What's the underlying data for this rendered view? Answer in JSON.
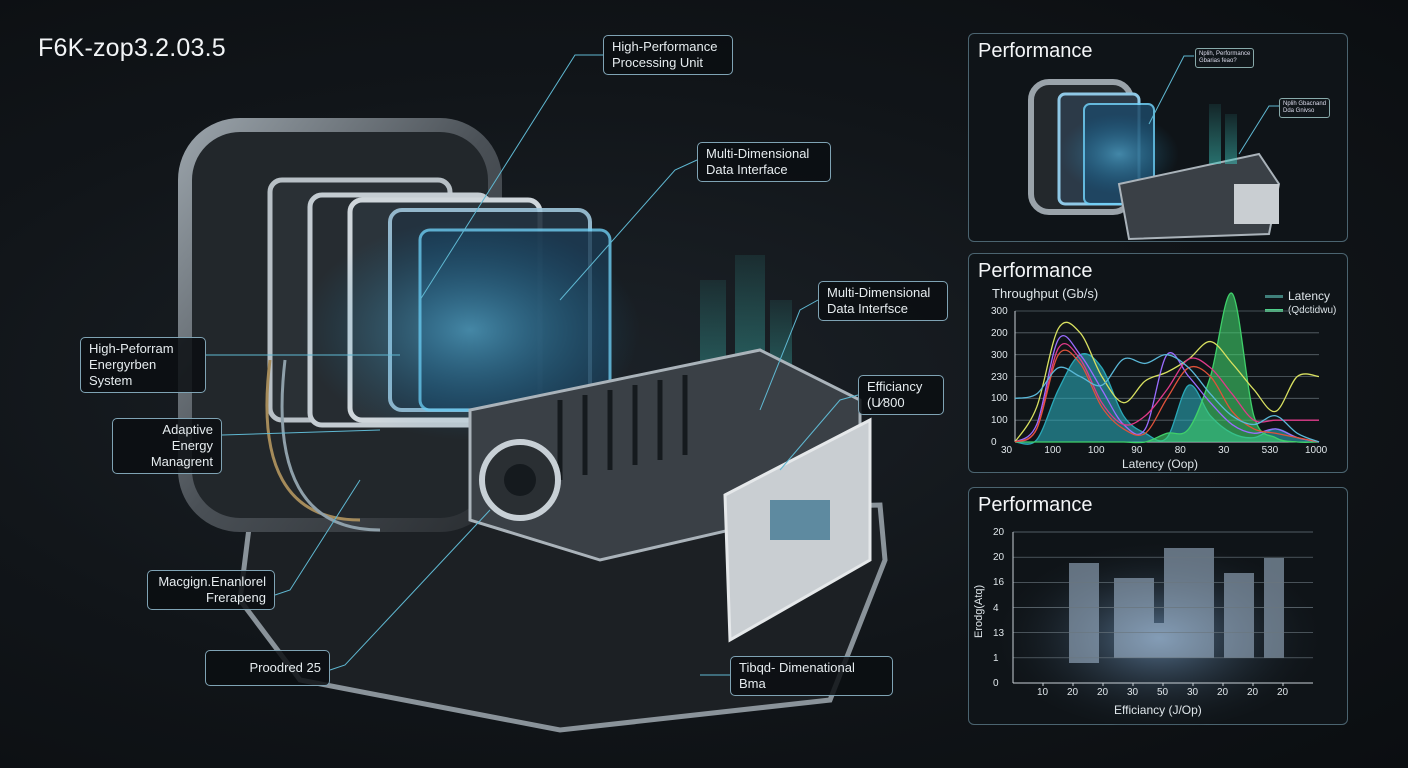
{
  "title": "F6K-zop3.2.03.5",
  "callouts": {
    "processing_unit": [
      "High-Performance",
      "Processing Unit"
    ],
    "data_interface_1": [
      "Multi-Dimensional",
      "Data Interface"
    ],
    "data_interface_2": [
      "Multi-Dimensional",
      "Data Interfsce"
    ],
    "efficiency": [
      "Efficiancy",
      "(U⁄800"
    ],
    "energy_system": [
      "High-Peforram",
      "Energyrben System"
    ],
    "adaptive_energy": [
      "Adaptive Energy",
      "Managrent"
    ],
    "macgign": [
      "Macgign.Enanlorel",
      "Frerapeng"
    ],
    "proodred": [
      "Proodred 25"
    ],
    "tibqd": [
      "Tibqd- Dimenational",
      "Bma"
    ]
  },
  "panels": {
    "top": {
      "title": "Performance",
      "tags": [
        [
          "Nplih, Performance",
          "Gbarias feao?"
        ],
        [
          "Nplih Gbacnand",
          "Dda Gnivso"
        ]
      ]
    },
    "middle": {
      "title": "Performance"
    },
    "bottom": {
      "title": "Performance"
    }
  },
  "colors": {
    "accent": "#4fc3e8",
    "panel_border": "#4b6470",
    "callout_border": "#7fa3b4"
  },
  "chart_data": [
    {
      "type": "area",
      "title": "Throughput (Gb/s)",
      "ylabel": "Throughput (Gb/s)",
      "xlabel": "Latency (Oop)",
      "x_ticks": [
        "30",
        "100",
        "100",
        "90",
        "80",
        "30",
        "530",
        "1000"
      ],
      "y_ticks": [
        "300",
        "200",
        "300",
        "230",
        "100",
        "100",
        "0"
      ],
      "grid": true,
      "legend": {
        "position": "top-right",
        "entries": [
          {
            "label": "Latency",
            "color": "#3f7f7a"
          },
          {
            "label": "(Qdctidwu)",
            "color": "#4fcf8a"
          }
        ]
      },
      "x": [
        0,
        0.5,
        1,
        1.5,
        2,
        2.5,
        3,
        3.5,
        4,
        4.5,
        5,
        5.5,
        6,
        6.5,
        7
      ],
      "series": [
        {
          "color": "#2aa8b8",
          "fill": true,
          "values": [
            0,
            5,
            120,
            200,
            170,
            60,
            20,
            10,
            130,
            60,
            20,
            10,
            30,
            10,
            0
          ]
        },
        {
          "color": "#3fd06a",
          "fill": true,
          "values": [
            0,
            0,
            0,
            0,
            0,
            0,
            0,
            20,
            30,
            150,
            340,
            60,
            10,
            0,
            0
          ]
        },
        {
          "color": "#d8e060",
          "values": [
            0,
            80,
            260,
            250,
            150,
            90,
            140,
            160,
            190,
            230,
            180,
            120,
            70,
            150,
            150
          ]
        },
        {
          "color": "#9a6cff",
          "values": [
            0,
            40,
            235,
            200,
            120,
            40,
            30,
            200,
            150,
            90,
            40,
            20,
            30,
            10,
            0
          ]
        },
        {
          "color": "#e03a8a",
          "values": [
            0,
            30,
            215,
            190,
            90,
            40,
            60,
            120,
            190,
            170,
            110,
            50,
            50,
            50,
            50
          ]
        },
        {
          "color": "#e0523a",
          "values": [
            0,
            30,
            200,
            180,
            80,
            30,
            20,
            100,
            170,
            150,
            70,
            30,
            20,
            10,
            0
          ]
        },
        {
          "color": "#5ab8d8",
          "values": [
            100,
            110,
            170,
            150,
            130,
            190,
            180,
            200,
            170,
            110,
            60,
            40,
            60,
            20,
            0
          ]
        }
      ]
    },
    {
      "type": "scatter",
      "ylabel": "Erodg(Atq)",
      "xlabel": "Efficiancy (J/Op)",
      "x_ticks": [
        "10",
        "20",
        "20",
        "30",
        "50",
        "30",
        "20",
        "20",
        "20"
      ],
      "y_ticks": [
        "20",
        "20",
        "16",
        "4",
        "13",
        "1",
        "0"
      ],
      "grid": true
    }
  ]
}
